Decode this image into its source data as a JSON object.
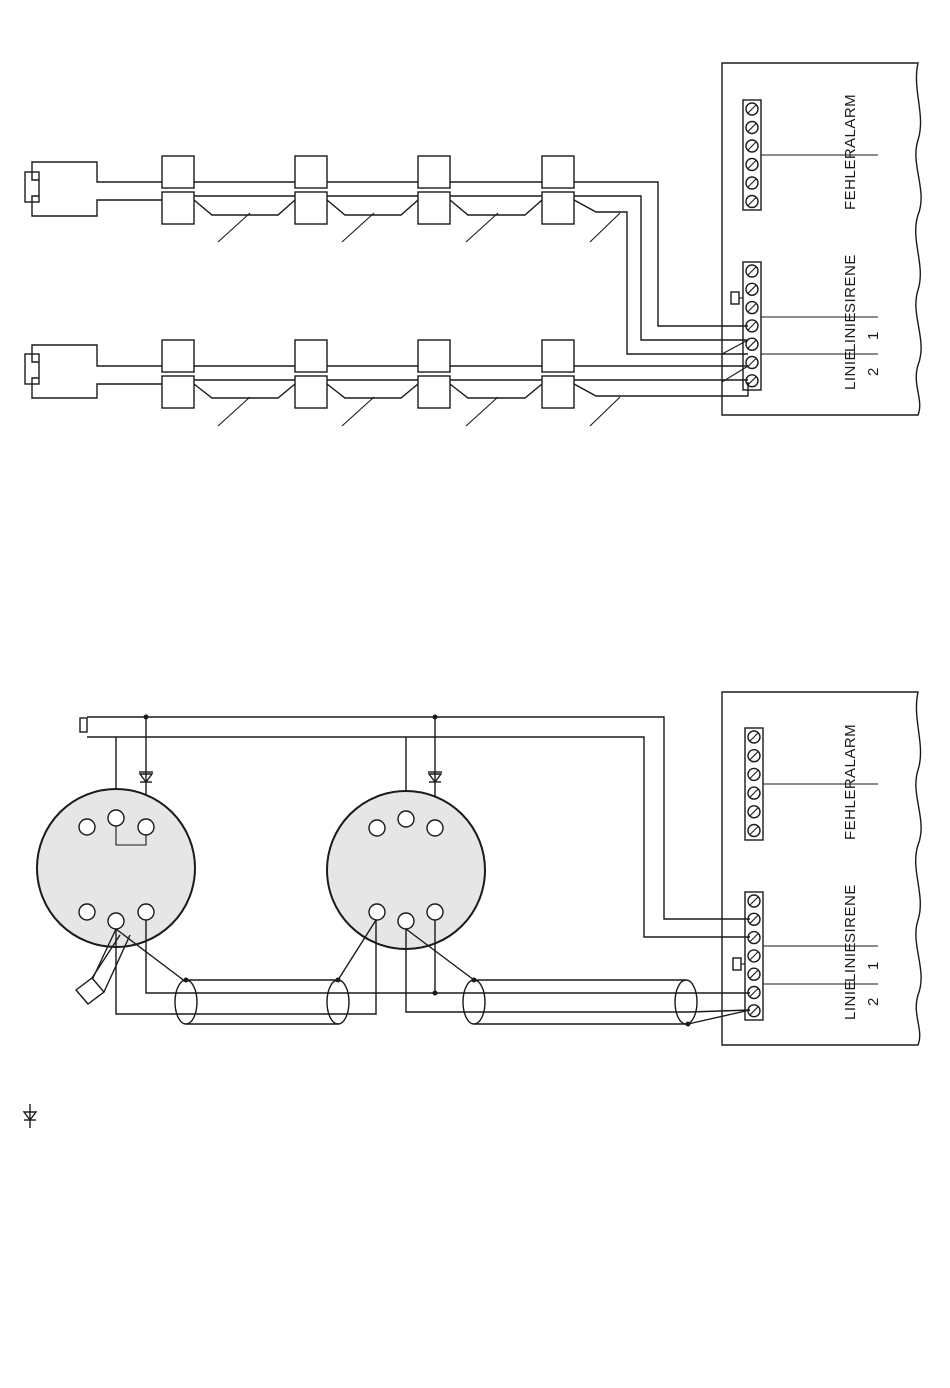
{
  "panel_labels": {
    "alarm": "ALARM",
    "fehler": "FEHLER",
    "sirene": "SIRENE",
    "linie1_word": "LINIE",
    "linie1_num": "1",
    "linie2_word": "LINIE",
    "linie2_num": "2"
  },
  "panels": [
    {
      "name": "panel-top"
    },
    {
      "name": "panel-bottom"
    }
  ]
}
